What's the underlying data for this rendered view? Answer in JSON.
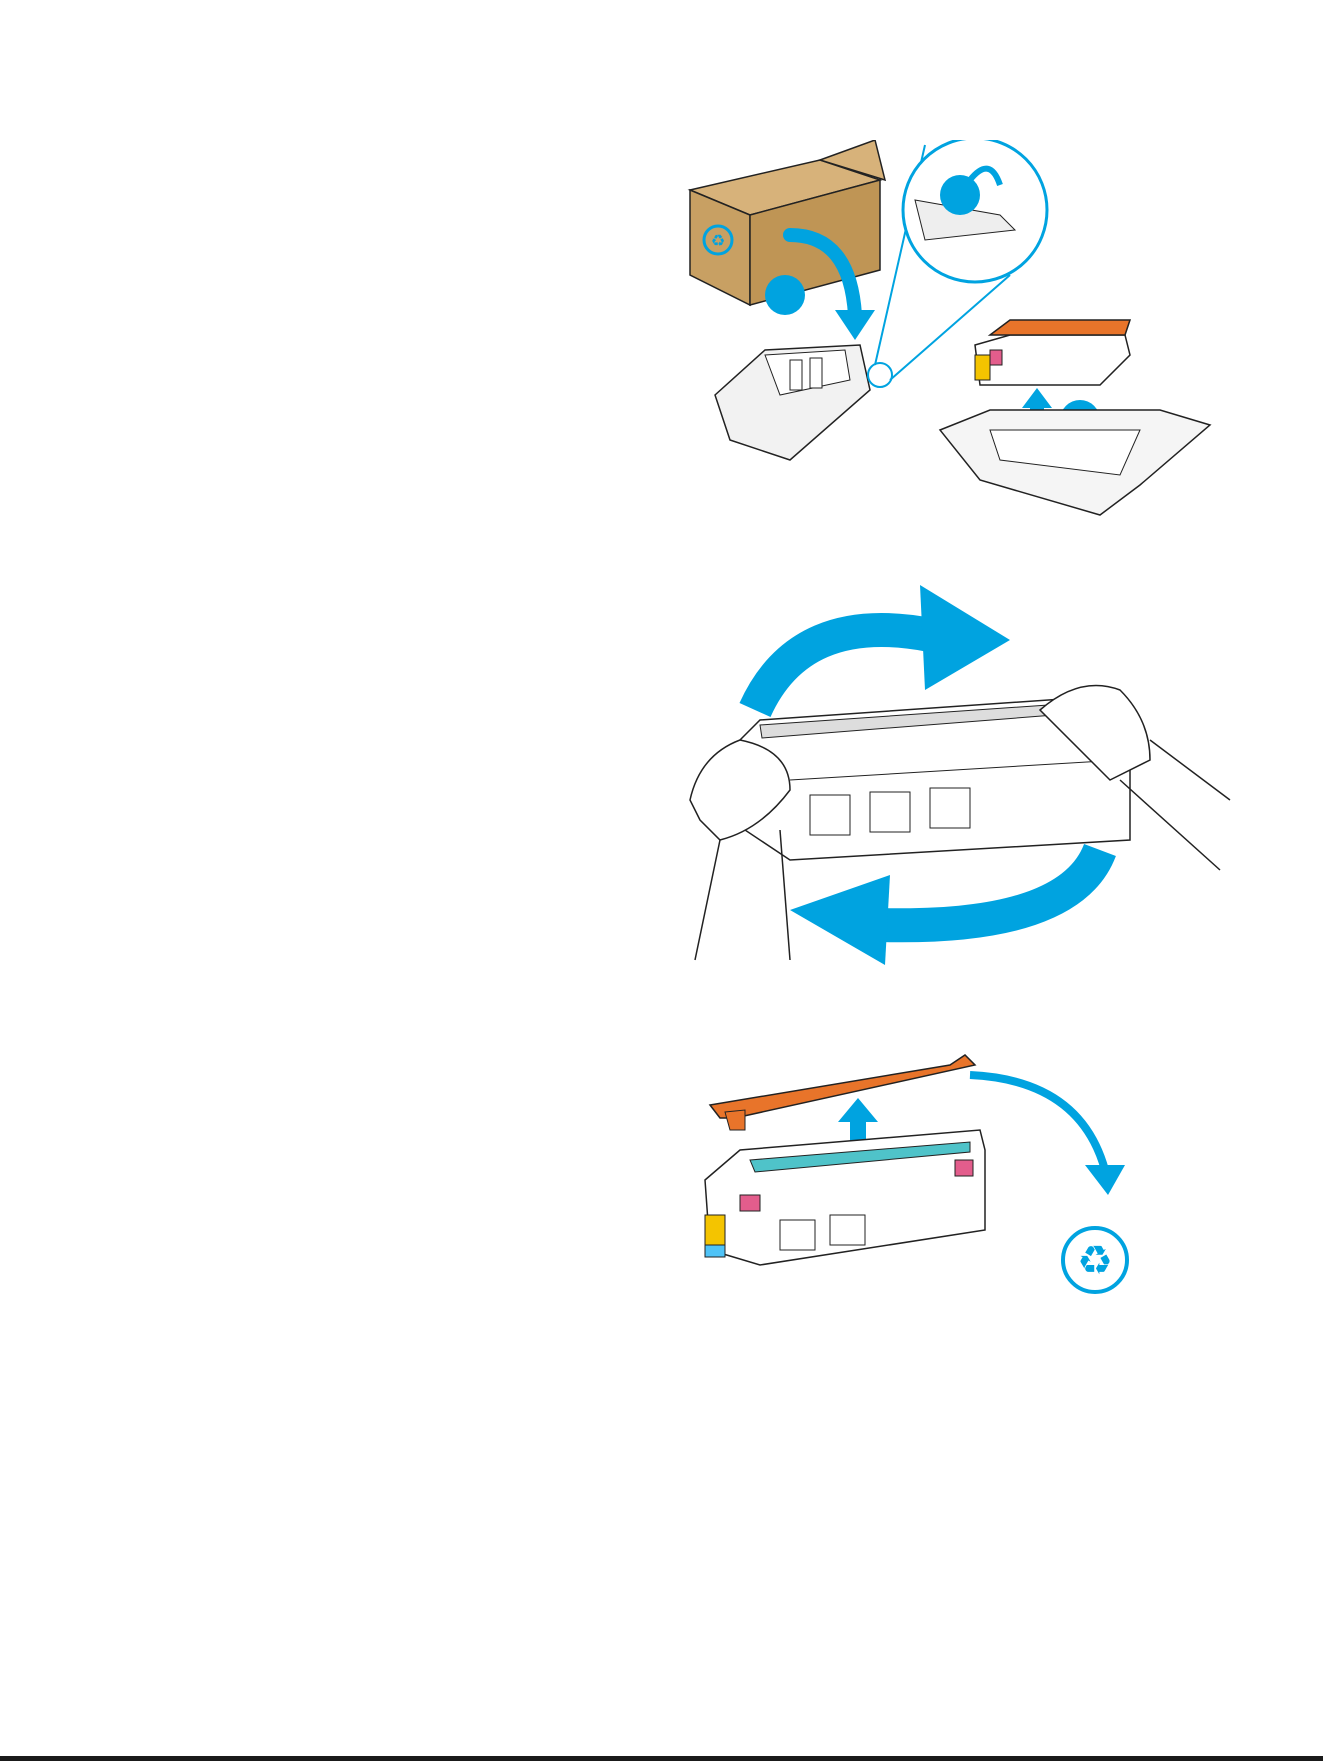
{
  "colors": {
    "accent_blue": "#00A3E0",
    "box_kraft": "#C8A063",
    "toner_shield_orange": "#E8742A",
    "cartridge_yellow": "#F4C400",
    "cartridge_magenta": "#E35D8C",
    "outline": "#222222"
  },
  "illustrations": [
    {
      "step": "unpack-cartridge",
      "icons": [
        "box-icon",
        "recycle-icon",
        "tray-icon",
        "lift-arrow-icon",
        "zoom-callout-icon"
      ]
    },
    {
      "step": "shake-cartridge",
      "icons": [
        "rotate-arrow-icon",
        "hands-icon",
        "toner-cartridge-icon"
      ]
    },
    {
      "step": "remove-shield",
      "icons": [
        "orange-shield-icon",
        "up-arrow-icon",
        "toner-cartridge-icon",
        "recycle-icon"
      ]
    }
  ]
}
